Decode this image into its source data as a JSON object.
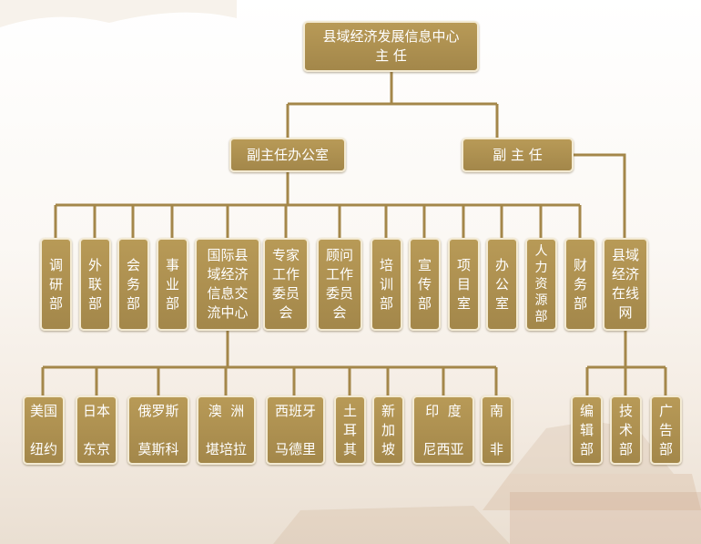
{
  "colors": {
    "box_fill": "#a98c4e",
    "box_border": "#f3ead3",
    "line": "#a4874a",
    "text": "#ffffff"
  },
  "top": {
    "line1": "县域经济发展信息中心",
    "line2": "主 任"
  },
  "deputy_office": {
    "label": "副主任办公室"
  },
  "deputy": {
    "label": "副 主 任"
  },
  "departments": {
    "d1": "调\n研\n部",
    "d2": "外\n联\n部",
    "d3": "会\n务\n部",
    "d4": "事\n业\n部",
    "d5": "国际县\n域经济\n信息交\n流中心",
    "d6": "专家\n工作\n委员\n会",
    "d7": "顾问\n工作\n委员\n会",
    "d8": "培\n训\n部",
    "d9": "宣\n传\n部",
    "d10": "项\n目\n室",
    "d11": "办\n公\n室",
    "d12": "人\n力\n资\n源\n部",
    "d13": "财\n务\n部",
    "d14": "县域\n经济\n在线\n网"
  },
  "countries": {
    "c1": "美国\n\n纽约",
    "c2": "日本\n\n东京",
    "c3": "俄罗斯\n\n莫斯科",
    "c4": "澳  洲\n\n堪培拉",
    "c5": "西班牙\n\n马德里",
    "c6": "土\n耳\n其",
    "c7": "新\n加\n坡",
    "c8": "印  度\n\n尼西亚",
    "c9": "南\n\n非"
  },
  "web_depts": {
    "w1": "编\n辑\n部",
    "w2": "技\n术\n部",
    "w3": "广\n告\n部"
  }
}
